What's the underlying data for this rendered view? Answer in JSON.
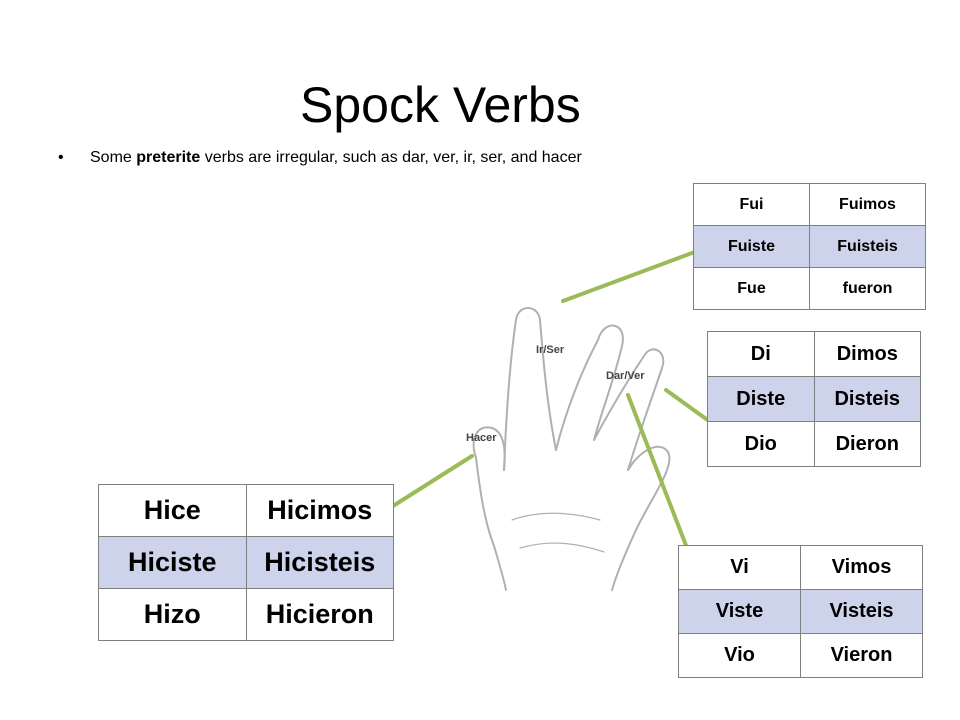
{
  "slide": {
    "title": "Spock Verbs",
    "bullet": {
      "prefix": "Some ",
      "bold_word": "preterite",
      "suffix": " verbs are irregular, such as dar, ver, ir, ser, and hacer"
    }
  },
  "labels": {
    "ir_ser": "Ir/Ser",
    "dar_ver": "Dar/Ver",
    "hacer": "Hacer"
  },
  "tables": {
    "ir_ser": {
      "rows": [
        [
          "Fui",
          "Fuimos"
        ],
        [
          "Fuiste",
          "Fuisteis"
        ],
        [
          "Fue",
          "fueron"
        ]
      ]
    },
    "dar": {
      "rows": [
        [
          "Di",
          "Dimos"
        ],
        [
          "Diste",
          "Disteis"
        ],
        [
          "Dio",
          "Dieron"
        ]
      ]
    },
    "hacer": {
      "rows": [
        [
          "Hice",
          "Hicimos"
        ],
        [
          "Hiciste",
          "Hicisteis"
        ],
        [
          "Hizo",
          "Hicieron"
        ]
      ]
    },
    "ver": {
      "rows": [
        [
          "Vi",
          "Vimos"
        ],
        [
          "Viste",
          "Visteis"
        ],
        [
          "Vio",
          "Vieron"
        ]
      ]
    }
  },
  "colors": {
    "connector": "#9bbb59",
    "shaded_row": "#cdd3ea",
    "table_border": "#7f7f7f",
    "hand_outline": "#b0b0b0"
  }
}
